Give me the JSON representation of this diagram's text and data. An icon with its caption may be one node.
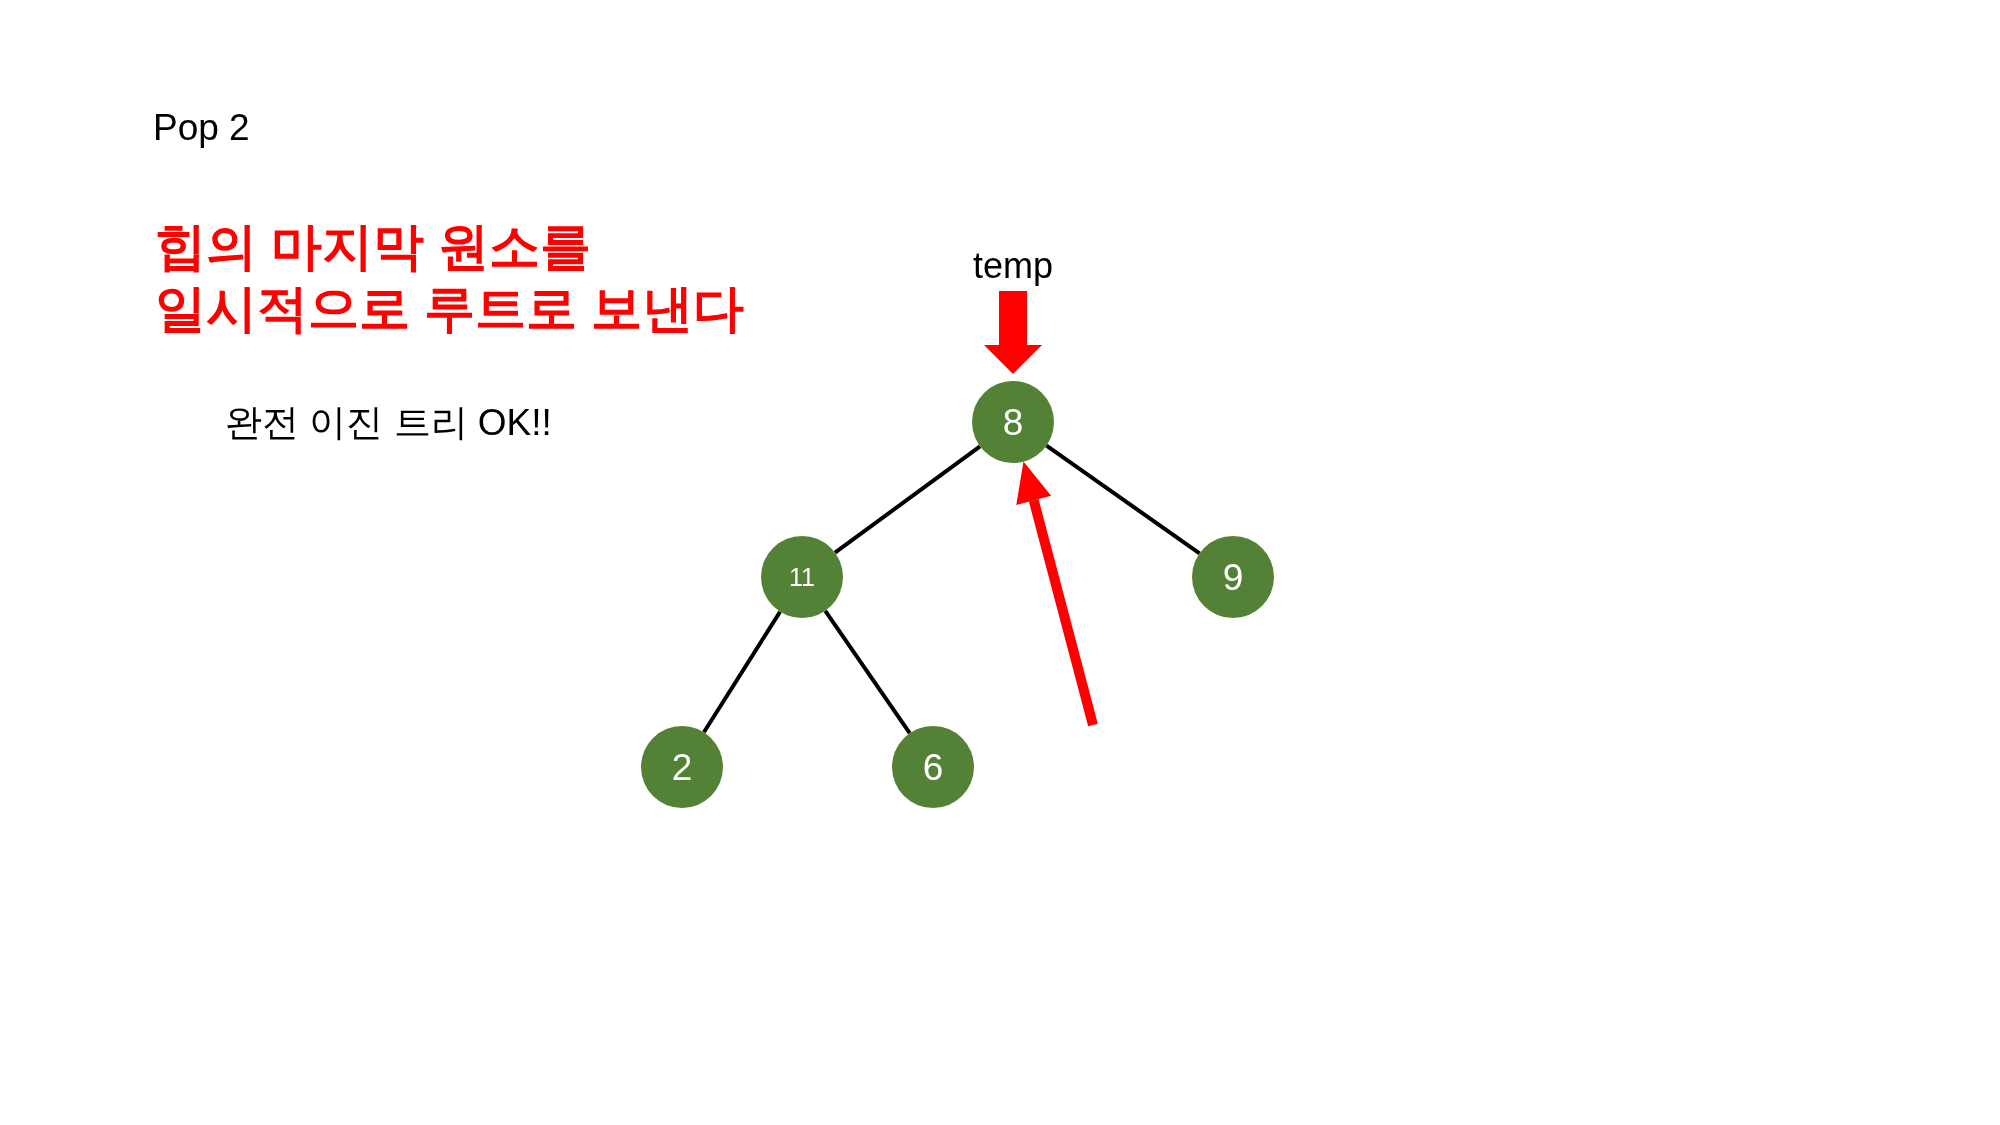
{
  "diagram": {
    "title": "Pop 2",
    "nodes": [
      {
        "text": [
          "temp"
        ]
      },
      {
        "text": [
          "8"
        ]
      },
      {
        "text": [
          "11"
        ]
      },
      {
        "text": [
          "9"
        ]
      },
      {
        "text": [
          "2"
        ]
      },
      {
        "text": [
          "6"
        ]
      }
    ],
    "edges": [
      {
        "from": 0,
        "to": 1,
        "arrow": "to",
        "style": "thick",
        "color": "#ff0000"
      },
      {
        "from": 1,
        "to": 2,
        "arrow": "none"
      },
      {
        "from": 1,
        "to": 3,
        "arrow": "none"
      },
      {
        "from": 2,
        "to": 4,
        "arrow": "none"
      },
      {
        "from": 2,
        "to": 5,
        "arrow": "none"
      },
      {
        "from": null,
        "to": 1,
        "arrow": "to",
        "style": "thick",
        "color": "#ff0000"
      }
    ],
    "labels": [
      "힙의 마지막 원소를 일시적으로 루트로 보낸다",
      "완전 이진 트리 OK!!"
    ]
  }
}
